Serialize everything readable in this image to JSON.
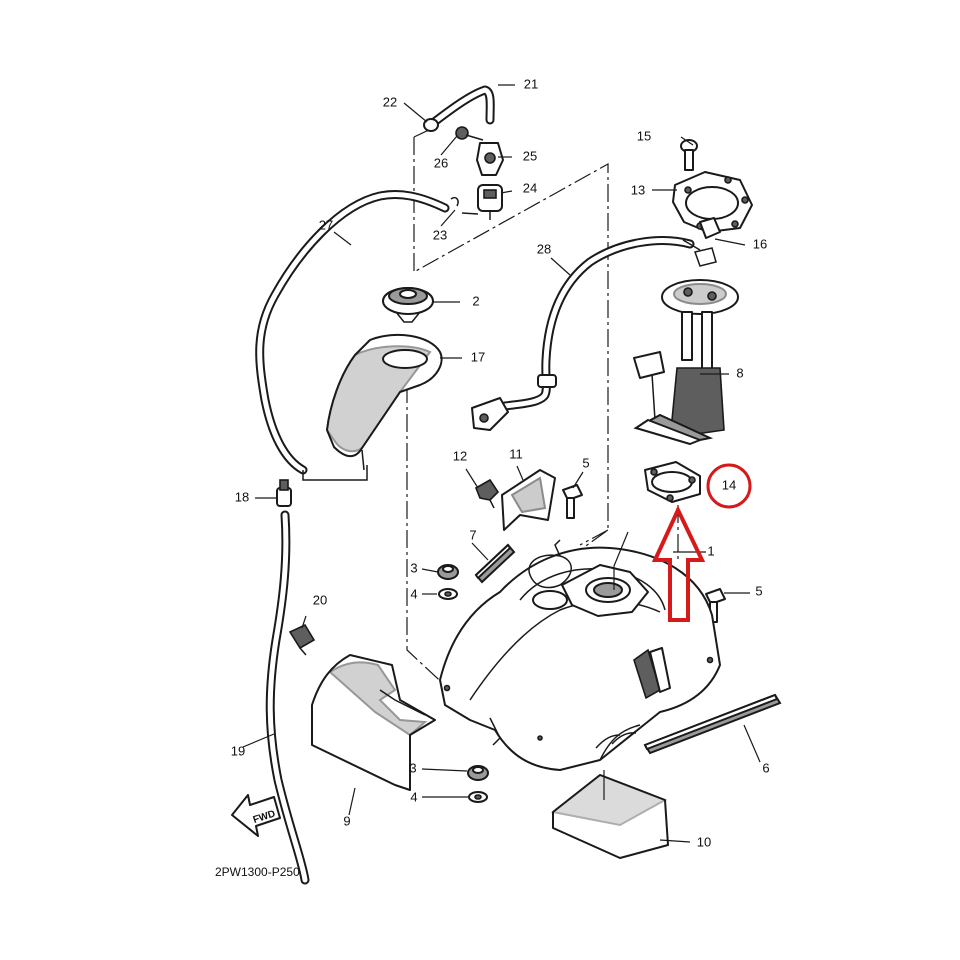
{
  "diagram": {
    "code": "2PW1300-P250",
    "fwd_label": "FWD",
    "callouts": {
      "c1": "1",
      "c2": "2",
      "c3a": "3",
      "c3b": "3",
      "c4a": "4",
      "c4b": "4",
      "c5a": "5",
      "c5b": "5",
      "c6": "6",
      "c7": "7",
      "c8": "8",
      "c9": "9",
      "c10": "10",
      "c11": "11",
      "c12": "12",
      "c13": "13",
      "c14": "14",
      "c15": "15",
      "c16": "16",
      "c17": "17",
      "c18": "18",
      "c19": "19",
      "c20": "20",
      "c21": "21",
      "c22": "22",
      "c23": "23",
      "c24": "24",
      "c25": "25",
      "c26": "26",
      "c27": "27",
      "c28": "28"
    },
    "highlight": {
      "part_number": "14",
      "color": "#d61a1a"
    }
  }
}
